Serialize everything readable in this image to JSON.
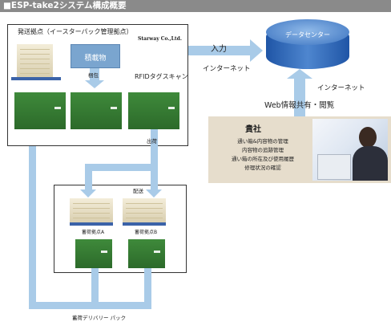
{
  "title": "■ESP-take2システム構成概要",
  "shipping_base": {
    "label": "発送拠点（イースターパック管理拠点）",
    "company": "Starway Co.,Ltd.",
    "cargo_label": "積載物",
    "packing_label": "梱包",
    "rfid_label": "RFIDタグスキャン",
    "shipping_label": "出荷"
  },
  "delivery": {
    "label": "配送",
    "base_a": "蓄荷拠点A",
    "base_b": "蓄荷拠点B"
  },
  "return_label": "蓄荷デリバリー パック",
  "data_center": {
    "label": "データセンター",
    "input_label": "入力",
    "internet_label_left": "インターネット",
    "internet_label_right": "インターネット",
    "web_label": "Web情報共有・閲覧"
  },
  "company_panel": {
    "title": "貴社",
    "items": [
      "通い箱&内容物の管理",
      "内容物の追跡管理",
      "通い箱の所在及び使用履歴",
      "修理状況の確認"
    ]
  },
  "colors": {
    "pipe": "#a9cbe8",
    "green": "#2f6e2c",
    "title_bar": "#8a8a8a",
    "cylinder": "#2a62b0"
  }
}
